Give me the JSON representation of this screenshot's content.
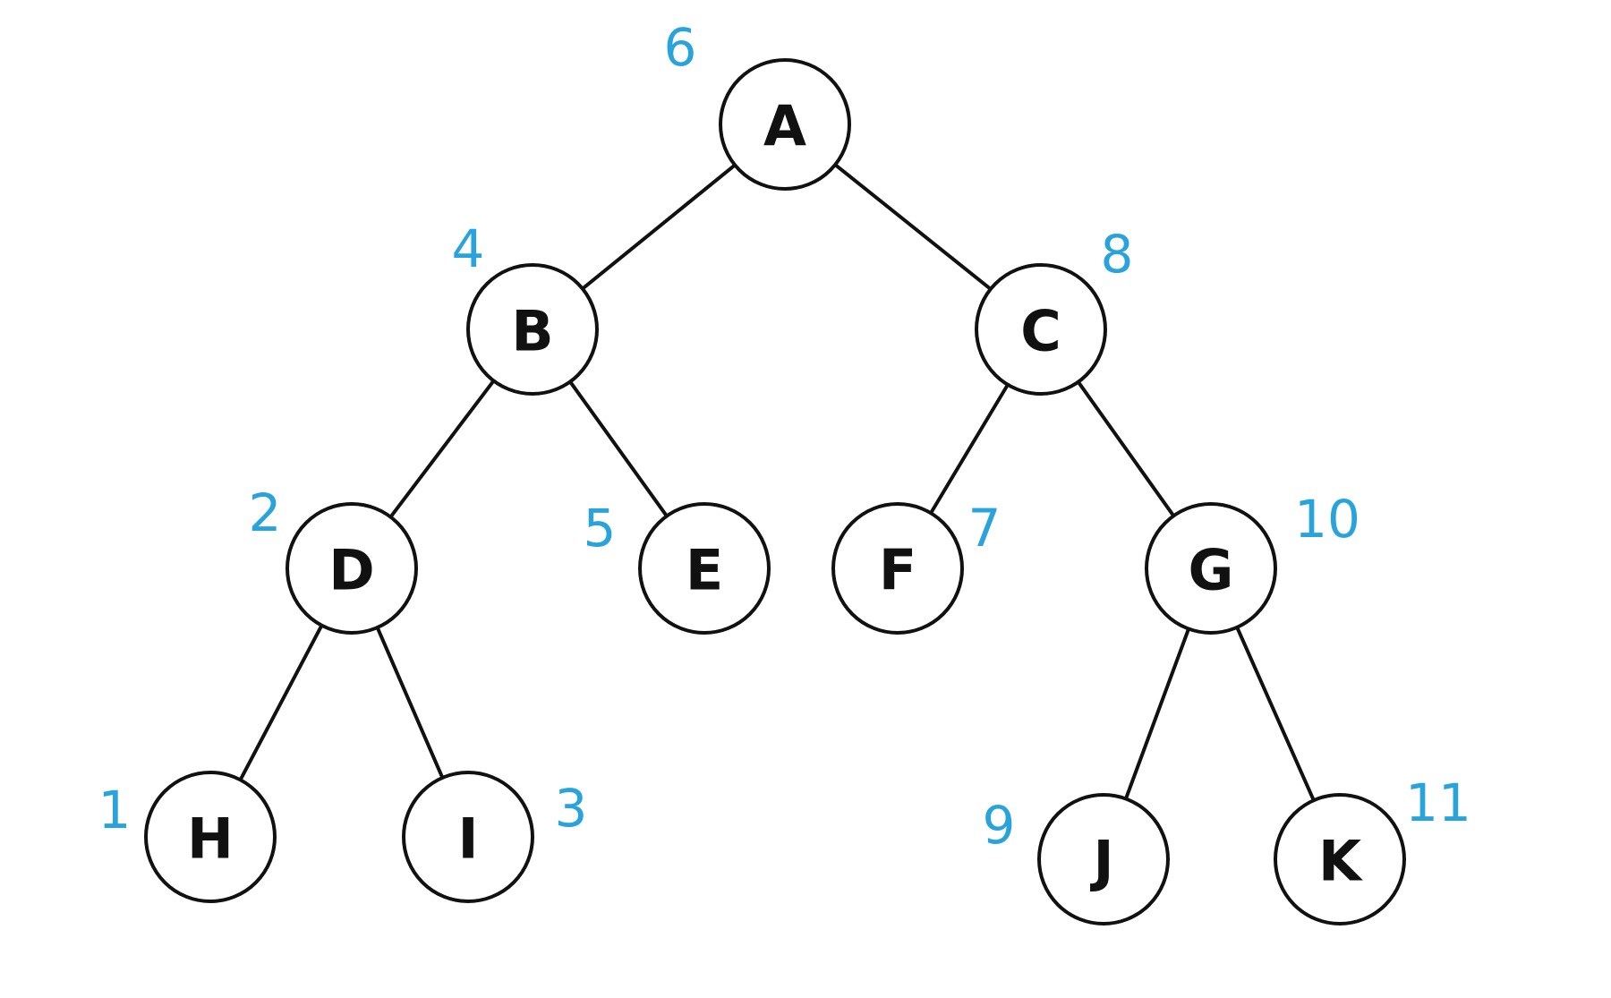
{
  "colors": {
    "node_stroke": "#111111",
    "order_label": "#29a3db"
  },
  "nodes": [
    {
      "id": "A",
      "label": "A",
      "order": "6"
    },
    {
      "id": "B",
      "label": "B",
      "order": "4"
    },
    {
      "id": "C",
      "label": "C",
      "order": "8"
    },
    {
      "id": "D",
      "label": "D",
      "order": "2"
    },
    {
      "id": "E",
      "label": "E",
      "order": "5"
    },
    {
      "id": "F",
      "label": "F",
      "order": "7"
    },
    {
      "id": "G",
      "label": "G",
      "order": "10"
    },
    {
      "id": "H",
      "label": "H",
      "order": "1"
    },
    {
      "id": "I",
      "label": "I",
      "order": "3"
    },
    {
      "id": "J",
      "label": "J",
      "order": "9"
    },
    {
      "id": "K",
      "label": "K",
      "order": "11"
    }
  ],
  "edges": [
    {
      "from": "A",
      "to": "B"
    },
    {
      "from": "A",
      "to": "C"
    },
    {
      "from": "B",
      "to": "D"
    },
    {
      "from": "B",
      "to": "E"
    },
    {
      "from": "C",
      "to": "F"
    },
    {
      "from": "C",
      "to": "G"
    },
    {
      "from": "D",
      "to": "H"
    },
    {
      "from": "D",
      "to": "I"
    },
    {
      "from": "G",
      "to": "J"
    },
    {
      "from": "G",
      "to": "K"
    }
  ]
}
